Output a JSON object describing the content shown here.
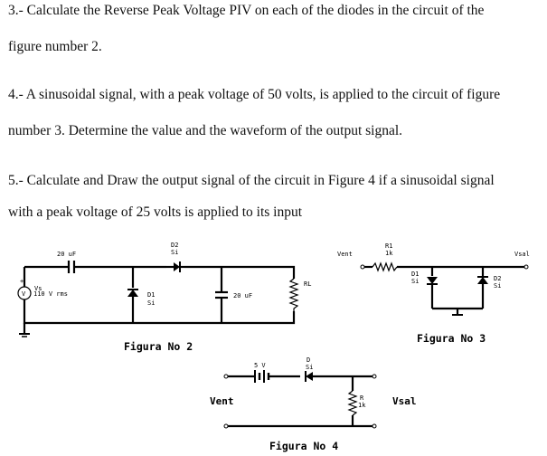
{
  "questions": [
    {
      "lines": [
        "3.- Calculate the Reverse Peak Voltage PIV on each of the diodes in the circuit of the",
        "figure number 2."
      ]
    },
    {
      "lines": [
        "4.- A sinusoidal signal, with a peak voltage of 50 volts, is applied to the circuit of figure",
        "number 3. Determine the value and the waveform of the output signal."
      ]
    },
    {
      "lines": [
        "5.- Calculate and Draw the output signal of the circuit in Figure 4 if a sinusoidal signal",
        "with a peak voltage of 25 volts is applied to its input"
      ]
    }
  ],
  "figure2": {
    "caption": "Figura No  2",
    "source_label": "Vs",
    "source_value": "110 V rms",
    "source_symbol": "V",
    "cap1_label": "20 uF",
    "d2_name": "D2",
    "d2_type": "Si",
    "d1_name": "D1",
    "d1_type": "Si",
    "cap2_label": "20 uF",
    "load_label": "RL"
  },
  "figure3": {
    "caption": "Figura No  3",
    "input_label": "Vent",
    "r1_name": "R1",
    "r1_value": "1k",
    "output_label": "Vsal",
    "d1_name": "D1",
    "d1_type": "Si",
    "d2_name": "D2",
    "d2_type": "Si"
  },
  "figure4": {
    "caption": "Figura No 4",
    "battery_label": "5 V",
    "d_name": "D",
    "d_type": "Si",
    "input_label": "Vent",
    "r_name": "R",
    "r_value": "1k",
    "output_label": "Vsal"
  }
}
